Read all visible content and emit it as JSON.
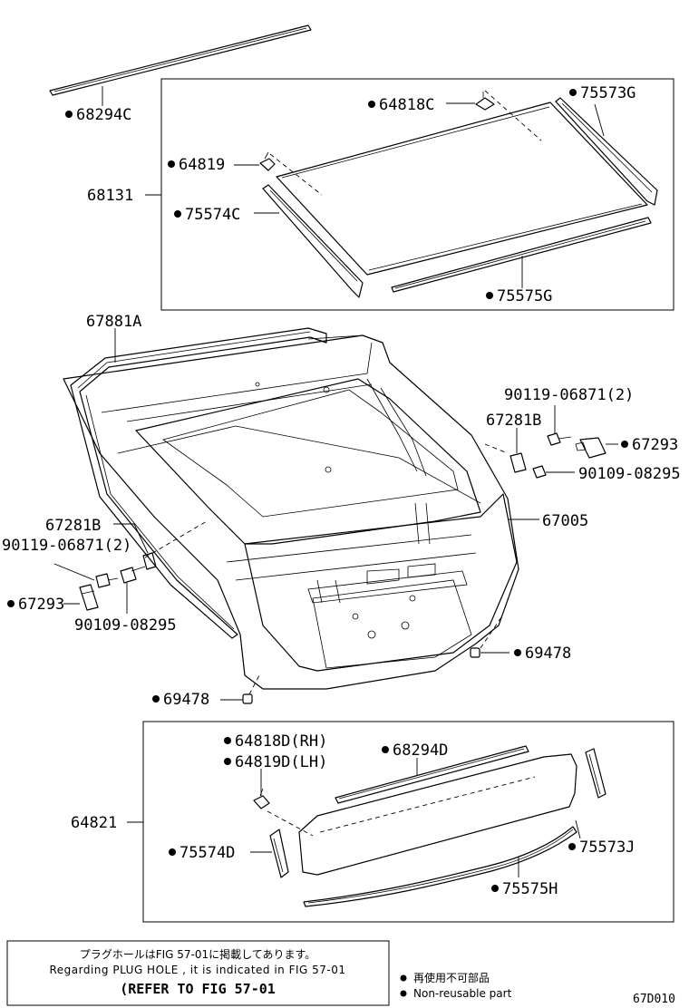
{
  "parts": {
    "p68294C": "68294C",
    "p64818C": "64818C",
    "p75573G": "75573G",
    "p64819": "64819",
    "p68131": "68131",
    "p75574C": "75574C",
    "p75575G": "75575G",
    "p67881A": "67881A",
    "p90119_r": "90119-06871(2)",
    "p67281B_r": "67281B",
    "p67293_r": "67293",
    "p90109_r": "90109-08295",
    "p67005": "67005",
    "p67281B_l": "67281B",
    "p90119_l": "90119-06871(2)",
    "p67293_l": "67293",
    "p90109_l": "90109-08295",
    "p69478_r": "69478",
    "p69478_l": "69478",
    "p64818D": "64818D(RH)",
    "p64819D": "64819D(LH)",
    "p68294D": "68294D",
    "p64821": "64821",
    "p75574D": "75574D",
    "p75573J": "75573J",
    "p75575H": "75575H"
  },
  "note": {
    "jp": "プラグホールはFIG 57-01に掲載してあります。",
    "en": "Regarding  PLUG  HOLE , it is indicated in FIG  57-01",
    "ref": "(REFER TO FIG 57-01"
  },
  "legend": {
    "jp": "再使用不可部品",
    "en": "Non-reusable part"
  },
  "figure_code": "67D010"
}
